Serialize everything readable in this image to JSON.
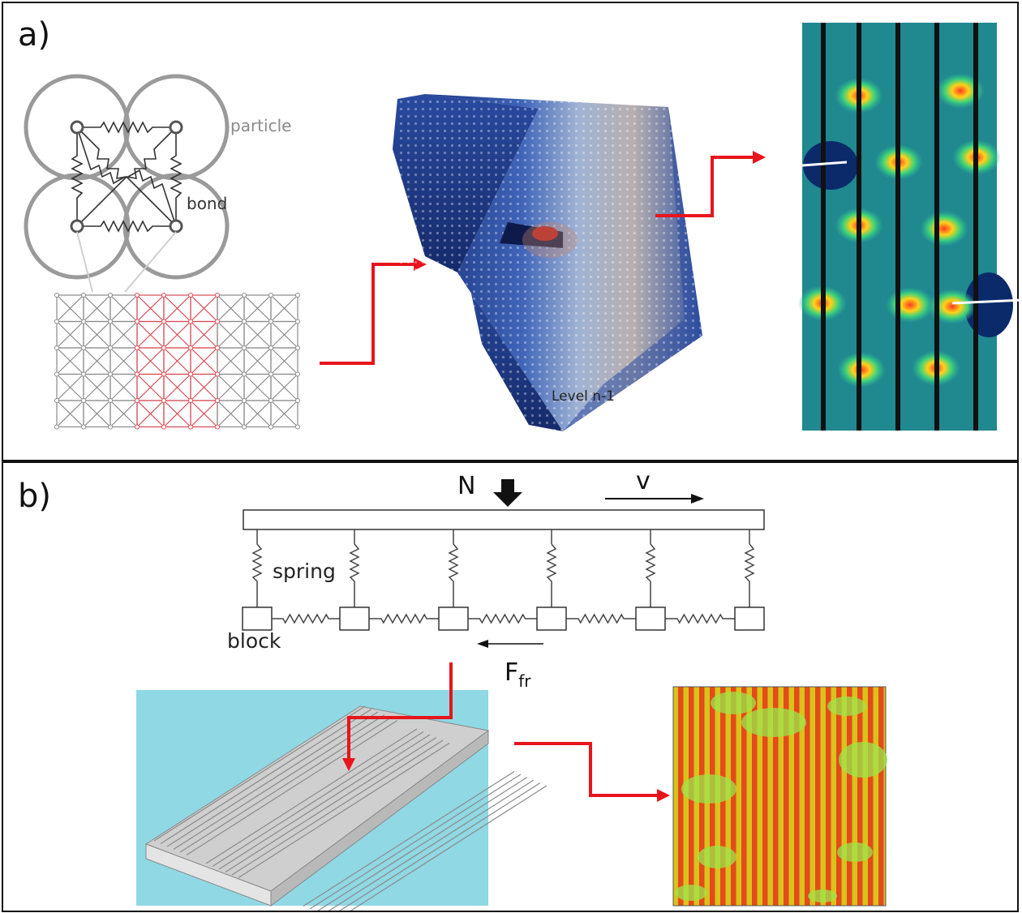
{
  "panel_a": {
    "label": "a)",
    "particle_label": "particle",
    "bond_label": "bond",
    "sim_level_text": "Level n-1"
  },
  "panel_b": {
    "label": "b)",
    "normal_force_label": "N",
    "velocity_label": "v",
    "spring_label": "spring",
    "block_label": "block",
    "friction_label": "F",
    "friction_subscript": "fr"
  },
  "colors": {
    "arrow_red": "#e8141c",
    "lattice_red": "#d84a55",
    "lattice_grey": "#8a8a8a",
    "particle_grey": "#9a9a9a",
    "blue_dark": "#1f3b8c",
    "cyan_bg": "#8fd8e4",
    "stress_teal": "#1b7f86",
    "stripe_red": "#e34a1c",
    "stripe_yellow": "#d9c21a",
    "cluster_green": "#9ee64a"
  }
}
